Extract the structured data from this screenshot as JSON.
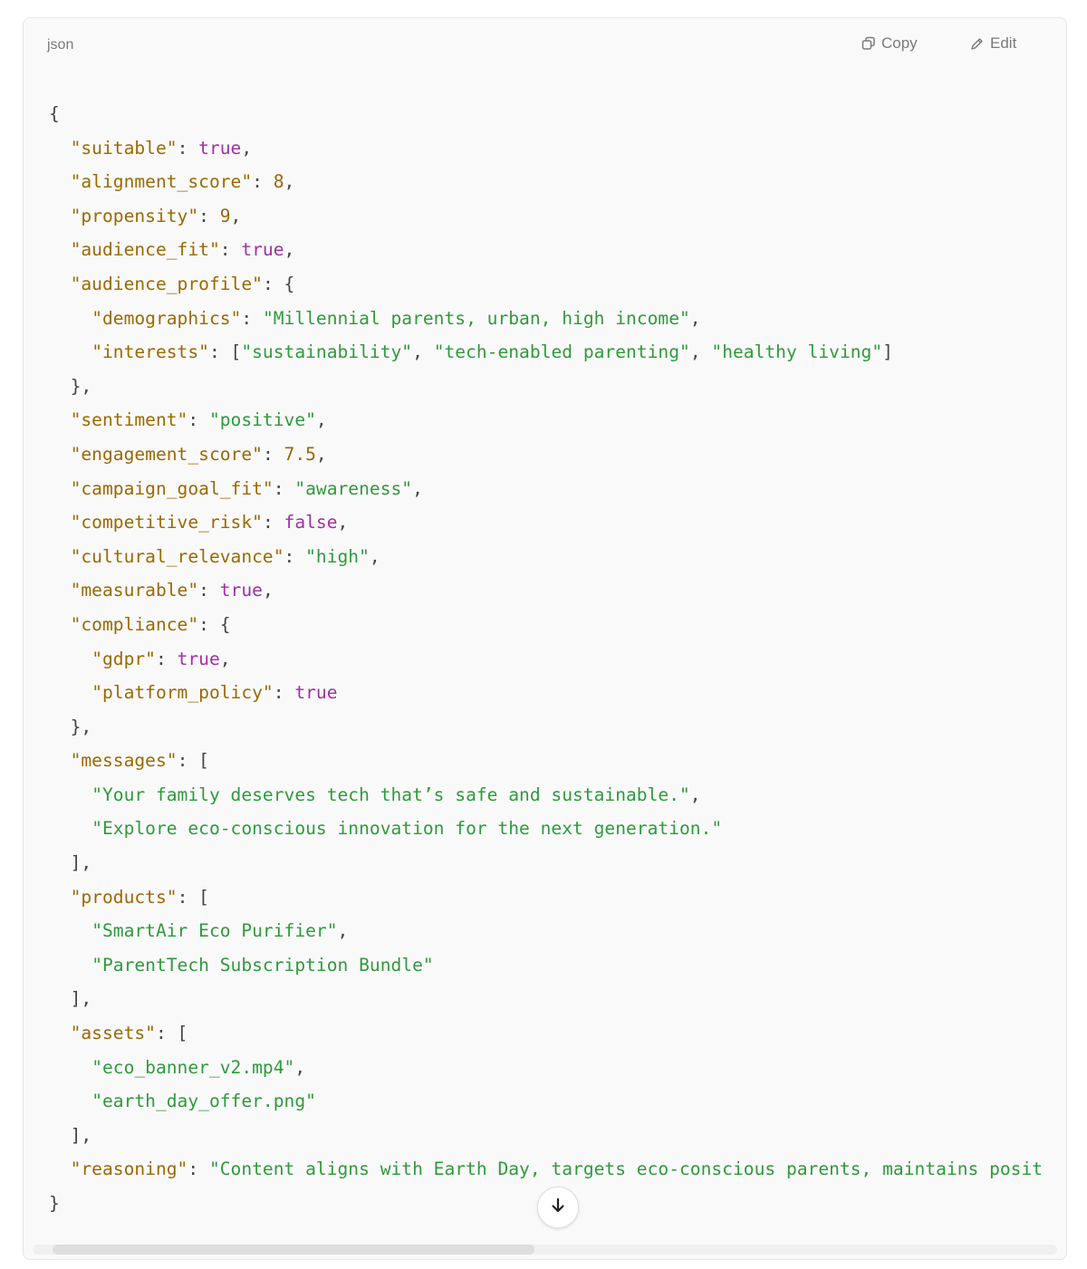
{
  "header": {
    "language_label": "json",
    "copy_label": "Copy",
    "edit_label": "Edit"
  },
  "icons": {
    "copy": "copy-icon",
    "edit": "edit-icon",
    "scroll_down": "arrow-down-icon"
  },
  "colors": {
    "key": "#9a6a00",
    "string": "#2f9a3c",
    "boolean": "#a12fa4",
    "number": "#a0620c",
    "punctuation": "#444444"
  },
  "scrollbar": {
    "horizontal_position": 0,
    "visible_fraction": 0.47
  },
  "code_lines": [
    {
      "indent": 0,
      "tokens": [
        {
          "t": "p",
          "v": "{"
        }
      ]
    },
    {
      "indent": 1,
      "tokens": [
        {
          "t": "k",
          "v": "\"suitable\""
        },
        {
          "t": "p",
          "v": ": "
        },
        {
          "t": "b",
          "v": "true"
        },
        {
          "t": "p",
          "v": ","
        }
      ]
    },
    {
      "indent": 1,
      "tokens": [
        {
          "t": "k",
          "v": "\"alignment_score\""
        },
        {
          "t": "p",
          "v": ": "
        },
        {
          "t": "n",
          "v": "8"
        },
        {
          "t": "p",
          "v": ","
        }
      ]
    },
    {
      "indent": 1,
      "tokens": [
        {
          "t": "k",
          "v": "\"propensity\""
        },
        {
          "t": "p",
          "v": ": "
        },
        {
          "t": "n",
          "v": "9"
        },
        {
          "t": "p",
          "v": ","
        }
      ]
    },
    {
      "indent": 1,
      "tokens": [
        {
          "t": "k",
          "v": "\"audience_fit\""
        },
        {
          "t": "p",
          "v": ": "
        },
        {
          "t": "b",
          "v": "true"
        },
        {
          "t": "p",
          "v": ","
        }
      ]
    },
    {
      "indent": 1,
      "tokens": [
        {
          "t": "k",
          "v": "\"audience_profile\""
        },
        {
          "t": "p",
          "v": ": {"
        }
      ]
    },
    {
      "indent": 2,
      "tokens": [
        {
          "t": "k",
          "v": "\"demographics\""
        },
        {
          "t": "p",
          "v": ": "
        },
        {
          "t": "s",
          "v": "\"Millennial parents, urban, high income\""
        },
        {
          "t": "p",
          "v": ","
        }
      ]
    },
    {
      "indent": 2,
      "tokens": [
        {
          "t": "k",
          "v": "\"interests\""
        },
        {
          "t": "p",
          "v": ": ["
        },
        {
          "t": "s",
          "v": "\"sustainability\""
        },
        {
          "t": "p",
          "v": ", "
        },
        {
          "t": "s",
          "v": "\"tech-enabled parenting\""
        },
        {
          "t": "p",
          "v": ", "
        },
        {
          "t": "s",
          "v": "\"healthy living\""
        },
        {
          "t": "p",
          "v": "]"
        }
      ]
    },
    {
      "indent": 1,
      "tokens": [
        {
          "t": "p",
          "v": "},"
        }
      ]
    },
    {
      "indent": 1,
      "tokens": [
        {
          "t": "k",
          "v": "\"sentiment\""
        },
        {
          "t": "p",
          "v": ": "
        },
        {
          "t": "s",
          "v": "\"positive\""
        },
        {
          "t": "p",
          "v": ","
        }
      ]
    },
    {
      "indent": 1,
      "tokens": [
        {
          "t": "k",
          "v": "\"engagement_score\""
        },
        {
          "t": "p",
          "v": ": "
        },
        {
          "t": "n",
          "v": "7.5"
        },
        {
          "t": "p",
          "v": ","
        }
      ]
    },
    {
      "indent": 1,
      "tokens": [
        {
          "t": "k",
          "v": "\"campaign_goal_fit\""
        },
        {
          "t": "p",
          "v": ": "
        },
        {
          "t": "s",
          "v": "\"awareness\""
        },
        {
          "t": "p",
          "v": ","
        }
      ]
    },
    {
      "indent": 1,
      "tokens": [
        {
          "t": "k",
          "v": "\"competitive_risk\""
        },
        {
          "t": "p",
          "v": ": "
        },
        {
          "t": "b",
          "v": "false"
        },
        {
          "t": "p",
          "v": ","
        }
      ]
    },
    {
      "indent": 1,
      "tokens": [
        {
          "t": "k",
          "v": "\"cultural_relevance\""
        },
        {
          "t": "p",
          "v": ": "
        },
        {
          "t": "s",
          "v": "\"high\""
        },
        {
          "t": "p",
          "v": ","
        }
      ]
    },
    {
      "indent": 1,
      "tokens": [
        {
          "t": "k",
          "v": "\"measurable\""
        },
        {
          "t": "p",
          "v": ": "
        },
        {
          "t": "b",
          "v": "true"
        },
        {
          "t": "p",
          "v": ","
        }
      ]
    },
    {
      "indent": 1,
      "tokens": [
        {
          "t": "k",
          "v": "\"compliance\""
        },
        {
          "t": "p",
          "v": ": {"
        }
      ]
    },
    {
      "indent": 2,
      "tokens": [
        {
          "t": "k",
          "v": "\"gdpr\""
        },
        {
          "t": "p",
          "v": ": "
        },
        {
          "t": "b",
          "v": "true"
        },
        {
          "t": "p",
          "v": ","
        }
      ]
    },
    {
      "indent": 2,
      "tokens": [
        {
          "t": "k",
          "v": "\"platform_policy\""
        },
        {
          "t": "p",
          "v": ": "
        },
        {
          "t": "b",
          "v": "true"
        }
      ]
    },
    {
      "indent": 1,
      "tokens": [
        {
          "t": "p",
          "v": "},"
        }
      ]
    },
    {
      "indent": 1,
      "tokens": [
        {
          "t": "k",
          "v": "\"messages\""
        },
        {
          "t": "p",
          "v": ": ["
        }
      ]
    },
    {
      "indent": 2,
      "tokens": [
        {
          "t": "s",
          "v": "\"Your family deserves tech that’s safe and sustainable.\""
        },
        {
          "t": "p",
          "v": ","
        }
      ]
    },
    {
      "indent": 2,
      "tokens": [
        {
          "t": "s",
          "v": "\"Explore eco-conscious innovation for the next generation.\""
        }
      ]
    },
    {
      "indent": 1,
      "tokens": [
        {
          "t": "p",
          "v": "],"
        }
      ]
    },
    {
      "indent": 1,
      "tokens": [
        {
          "t": "k",
          "v": "\"products\""
        },
        {
          "t": "p",
          "v": ": ["
        }
      ]
    },
    {
      "indent": 2,
      "tokens": [
        {
          "t": "s",
          "v": "\"SmartAir Eco Purifier\""
        },
        {
          "t": "p",
          "v": ","
        }
      ]
    },
    {
      "indent": 2,
      "tokens": [
        {
          "t": "s",
          "v": "\"ParentTech Subscription Bundle\""
        }
      ]
    },
    {
      "indent": 1,
      "tokens": [
        {
          "t": "p",
          "v": "],"
        }
      ]
    },
    {
      "indent": 1,
      "tokens": [
        {
          "t": "k",
          "v": "\"assets\""
        },
        {
          "t": "p",
          "v": ": ["
        }
      ]
    },
    {
      "indent": 2,
      "tokens": [
        {
          "t": "s",
          "v": "\"eco_banner_v2.mp4\""
        },
        {
          "t": "p",
          "v": ","
        }
      ]
    },
    {
      "indent": 2,
      "tokens": [
        {
          "t": "s",
          "v": "\"earth_day_offer.png\""
        }
      ]
    },
    {
      "indent": 1,
      "tokens": [
        {
          "t": "p",
          "v": "],"
        }
      ]
    },
    {
      "indent": 1,
      "tokens": [
        {
          "t": "k",
          "v": "\"reasoning\""
        },
        {
          "t": "p",
          "v": ": "
        },
        {
          "t": "s",
          "v": "\"Content aligns with Earth Day, targets eco-conscious parents, maintains posit"
        }
      ]
    },
    {
      "indent": 0,
      "tokens": [
        {
          "t": "p",
          "v": "}"
        }
      ]
    }
  ]
}
